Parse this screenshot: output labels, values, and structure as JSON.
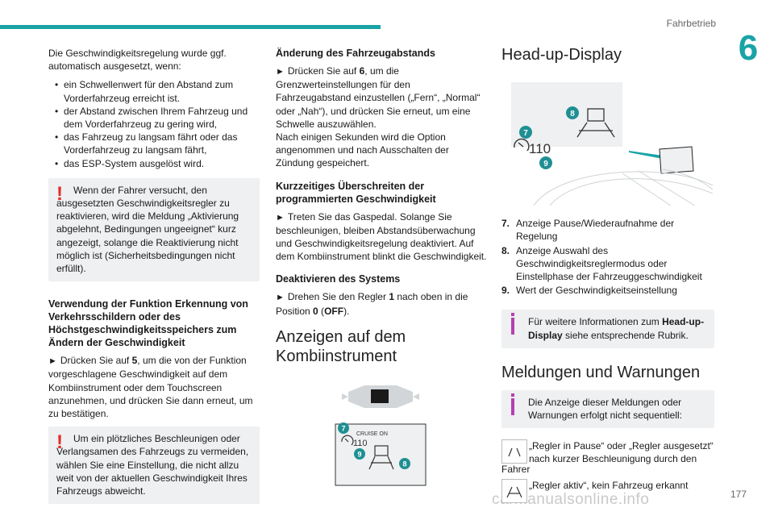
{
  "header": {
    "section": "Fahrbetrieb",
    "chapter": "6",
    "page": "177"
  },
  "watermark": "carmanualsonline.info",
  "col1": {
    "intro": "Die Geschwindigkeitsregelung wurde ggf. automatisch ausgesetzt, wenn:",
    "bullets": [
      "ein Schwellenwert für den Abstand zum Vorderfahrzeug erreicht ist.",
      "der Abstand zwischen Ihrem Fahrzeug und dem Vorderfahrzeug zu gering wird,",
      "das Fahrzeug zu langsam fährt oder das Vorderfahrzeug zu langsam fährt,",
      "das ESP-System ausgelöst wird."
    ],
    "warning1": "Wenn der Fahrer versucht, den ausgesetzten Geschwindigkeitsregler zu reaktivieren, wird die Meldung „Aktivierung abgelehnt, Bedingungen ungeeignet“ kurz angezeigt, solange die Reaktivierung nicht möglich ist (Sicherheitsbedingungen nicht erfüllt).",
    "heading": "Verwendung der Funktion Erkennung von Verkehrsschildern oder des Höchstgeschwindigkeitsspeichers zum Ändern der Geschwindigkeit",
    "step_arrow": "►",
    "step_pre": "Drücken Sie auf ",
    "step_num": "5",
    "step_post": ", um die von der Funktion vorgeschlagene Geschwindigkeit auf dem Kombiinstrument oder dem Touchscreen anzunehmen, und drücken Sie dann erneut, um zu bestätigen.",
    "warning2": "Um ein plötzliches Beschleunigen oder Verlangsamen des Fahrzeugs zu vermeiden, wählen Sie eine Einstellung, die nicht allzu weit von der aktuellen Geschwindigkeit Ihres Fahrzeugs abweicht."
  },
  "col2": {
    "heading1": "Änderung des Fahrzeugabstands",
    "step1_arrow": "►",
    "step1_pre": "Drücken Sie auf ",
    "step1_num": "6",
    "step1_post": ", um die Grenzwerteinstellungen für den Fahrzeugabstand einzustellen („Fern“, „Normal“ oder „Nah“), und drücken Sie erneut, um eine Schwelle auszuwählen.",
    "step1_note": "Nach einigen Sekunden wird die Option angenommen und nach Ausschalten der Zündung gespeichert.",
    "heading2": "Kurzzeitiges Überschreiten der programmierten Geschwindigkeit",
    "step2_arrow": "►",
    "step2": "Treten Sie das Gaspedal. Solange Sie beschleunigen, bleiben Abstandsüberwachung und Geschwindigkeitsregelung deaktiviert. Auf dem Kombiinstrument blinkt die Geschwindigkeit.",
    "heading3": "Deaktivieren des Systems",
    "step3_arrow": "►",
    "step3_pre": "Drehen Sie den Regler ",
    "step3_num": "1",
    "step3_mid": " nach oben in die Position ",
    "step3_pos": "0",
    "step3_paren_open": " (",
    "step3_off": "OFF",
    "step3_paren_close": ").",
    "big_heading": "Anzeigen auf dem Kombiinstrument",
    "figure": {
      "cruise_label": "CRUISE ON",
      "speed": "110",
      "callouts": [
        "7",
        "9",
        "8"
      ]
    }
  },
  "col3": {
    "big_heading": "Head-up-Display",
    "figure": {
      "speed": "110",
      "callouts": [
        "8",
        "7",
        "9"
      ]
    },
    "legend": [
      {
        "num": "7.",
        "text": "Anzeige Pause/Wiederaufnahme der Regelung"
      },
      {
        "num": "8.",
        "text": "Anzeige Auswahl des Geschwindigkeitsreglermodus oder Einstellphase der Fahrzeuggeschwindigkeit"
      },
      {
        "num": "9.",
        "text": "Wert der Geschwindigkeitseinstellung"
      }
    ],
    "info1_pre": "Für weitere Informationen zum ",
    "info1_bold": "Head-up-Display",
    "info1_post": " siehe entsprechende Rubrik.",
    "big_heading2": "Meldungen und Warnungen",
    "info2": "Die Anzeige dieser Meldungen oder Warnungen erfolgt nicht sequentiell:",
    "msg1_first": "„Regler in Pause“ oder „Regler ausgesetzt“ nach kurzer Beschleunigung durch den",
    "msg1_last": "Fahrer",
    "msg2": "„Regler aktiv“, kein Fahrzeug erkannt"
  },
  "colors": {
    "accent": "#19a3a6",
    "warning": "#e22a2a",
    "info": "#b53fb2",
    "callout": "#1f8f93"
  },
  "icons": [
    "warning-exclamation-icon",
    "info-icon",
    "cruise-control-icon",
    "lane-car-icon"
  ]
}
